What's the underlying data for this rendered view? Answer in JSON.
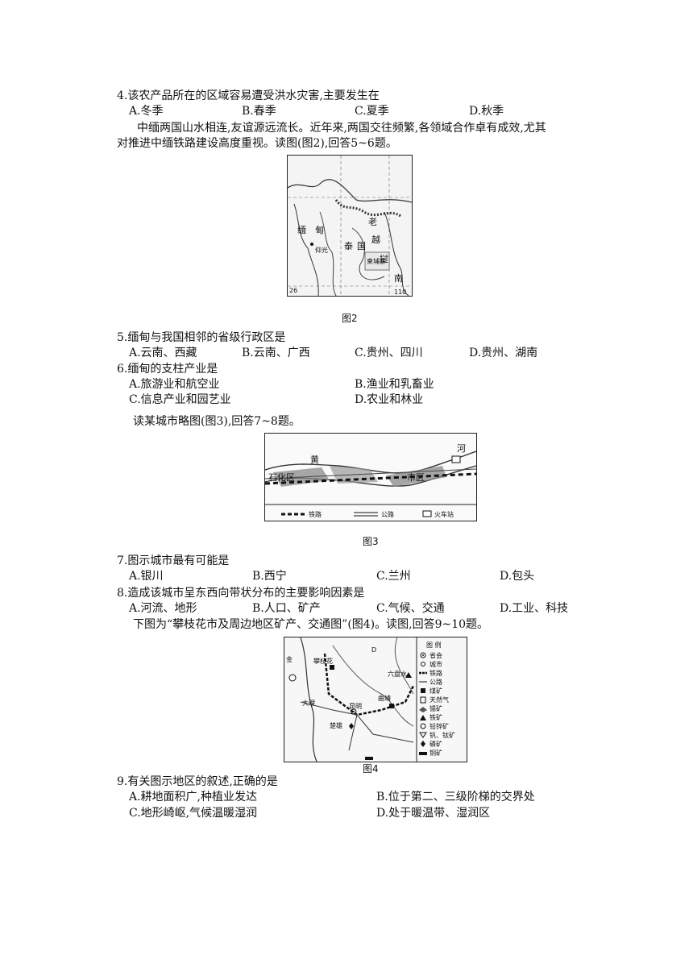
{
  "q4": {
    "stem": "4.该农产品所在的区域容易遭受洪水灾害,主要发生在",
    "options": [
      "A.冬季",
      "B.春季",
      "C.夏季",
      "D.秋季"
    ]
  },
  "passage_myanmar": {
    "line1": "中缅两国山水相连,友谊源远流长。近年来,两国交往频繁,各领域合作卓有成效,尤其",
    "line2": "对推进中缅铁路建设高度重视。读图(图2),回答5~6题。"
  },
  "fig2": {
    "caption": "图2",
    "labels": [
      "缅",
      "甸",
      "老",
      "越",
      "泰",
      "国",
      "挝",
      "柬埔寨",
      "南",
      "仰光"
    ],
    "ticks": [
      "26",
      "110"
    ]
  },
  "q5": {
    "stem": "5.缅甸与我国相邻的省级行政区是",
    "options": [
      "A.云南、西藏",
      "B.云南、广西",
      "C.贵州、四川",
      "D.贵州、湖南"
    ]
  },
  "q6": {
    "stem": "6.缅甸的支柱产业是",
    "options": [
      "A.旅游业和航空业",
      "B.渔业和乳畜业",
      "C.信息产业和园艺业",
      "D.农业和林业"
    ]
  },
  "passage_city": {
    "text": "读某城市略图(图3),回答7~8题。"
  },
  "fig3": {
    "caption": "图3",
    "labels": [
      "黄",
      "河",
      "石化区",
      "市区"
    ],
    "legend": [
      "铁路",
      "公路",
      "火车站"
    ]
  },
  "q7": {
    "stem": "7.图示城市最有可能是",
    "options": [
      "A.银川",
      "B.西宁",
      "C.兰州",
      "D.包头"
    ]
  },
  "q8": {
    "stem": "8.造成该城市呈东西向带状分布的主要影响因素是",
    "options": [
      "A.河流、地形",
      "B.人口、矿产",
      "C.气候、交通",
      "D.工业、科技"
    ]
  },
  "passage_panzhihua": {
    "text": "下图为“攀枝花市及周边地区矿产、交通图”(图4)。读图,回答9~10题。"
  },
  "fig4": {
    "caption": "图4",
    "labels": [
      "金",
      "攀枝花",
      "大理",
      "曲靖",
      "昆明",
      "楚雄",
      "六盘水",
      "D"
    ],
    "legend_title": "图 例",
    "legend": [
      "省会",
      "城市",
      "铁路",
      "公路",
      "煤矿",
      "天然气",
      "锡矿",
      "铁矿",
      "铅锌矿",
      "钒、钛矿",
      "磷矿",
      "铜矿"
    ]
  },
  "q9": {
    "stem": "9.有关图示地区的叙述,正确的是",
    "options": [
      "A.耕地面积广,种植业发达",
      "B.位于第二、三级阶梯的交界处",
      "C.地形崎岖,气候温暖湿润",
      "D.处于暖温带、湿润区"
    ]
  }
}
